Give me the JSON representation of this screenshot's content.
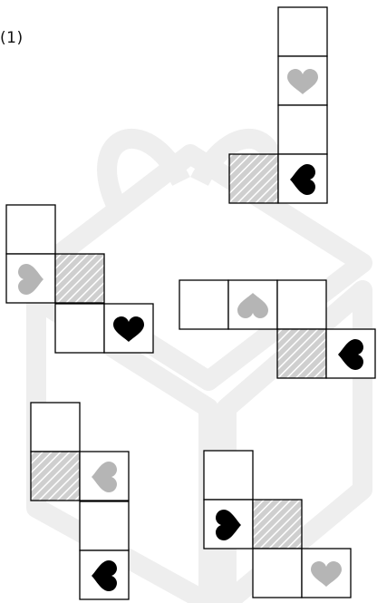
{
  "question_label": "(1)",
  "colors": {
    "background": "#ffffff",
    "watermark": "#eeeeee",
    "cell_stroke": "#000000",
    "hatch_background": "#cfcfcf",
    "hatch_line": "#ffffff",
    "heart_black": "#000000",
    "heart_gray": "#b5b5b5"
  },
  "icons": {
    "heart": "heart-icon",
    "hatched": "hatched-square"
  },
  "nets": [
    {
      "name": "net-top-right",
      "cells": [
        {
          "content": "empty"
        },
        {
          "content": "heart-gray",
          "rotation": 0
        },
        {
          "content": "empty"
        },
        {
          "content": "hatched"
        },
        {
          "content": "heart-black",
          "rotation": 90
        }
      ]
    },
    {
      "name": "net-left",
      "cells": [
        {
          "content": "empty"
        },
        {
          "content": "heart-gray",
          "rotation": -90
        },
        {
          "content": "hatched"
        },
        {
          "content": "empty"
        },
        {
          "content": "heart-black",
          "rotation": 0
        }
      ]
    },
    {
      "name": "net-right",
      "cells": [
        {
          "content": "empty"
        },
        {
          "content": "heart-gray",
          "rotation": 180
        },
        {
          "content": "empty"
        },
        {
          "content": "hatched"
        },
        {
          "content": "heart-black",
          "rotation": 90
        }
      ]
    },
    {
      "name": "net-bottom-left",
      "cells": [
        {
          "content": "empty"
        },
        {
          "content": "hatched"
        },
        {
          "content": "heart-gray",
          "rotation": 90
        },
        {
          "content": "empty"
        },
        {
          "content": "heart-black",
          "rotation": 90
        }
      ]
    },
    {
      "name": "net-bottom-right",
      "cells": [
        {
          "content": "empty"
        },
        {
          "content": "heart-black",
          "rotation": -90
        },
        {
          "content": "hatched"
        },
        {
          "content": "empty"
        },
        {
          "content": "heart-gray",
          "rotation": 0
        }
      ]
    }
  ]
}
